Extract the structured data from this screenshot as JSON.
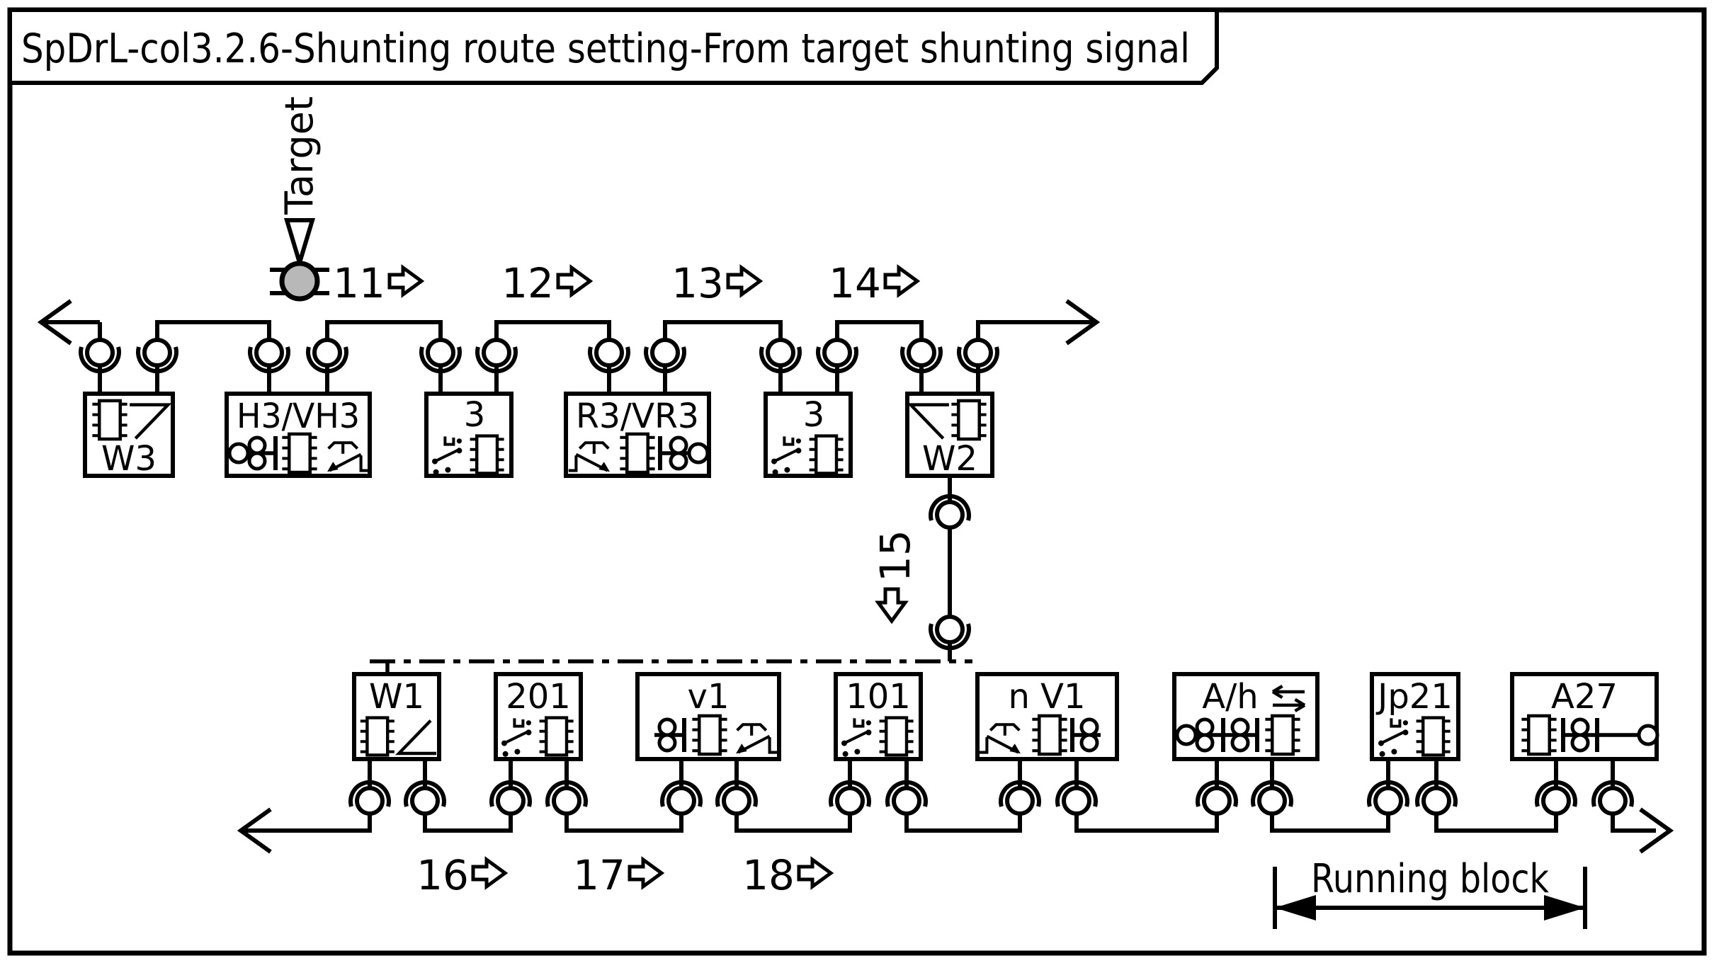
{
  "title": "SpDrL-col3.2.6-Shunting route setting-From target shunting signal",
  "target": {
    "label": "Target"
  },
  "top_row": {
    "route_arrows": [
      {
        "number": "11"
      },
      {
        "number": "12"
      },
      {
        "number": "13"
      },
      {
        "number": "14"
      }
    ],
    "boxes": [
      {
        "label": "W3"
      },
      {
        "label": "H3/VH3"
      },
      {
        "label": "3"
      },
      {
        "label": "R3/VR3"
      },
      {
        "label": "3"
      },
      {
        "label": "W2"
      }
    ]
  },
  "link": {
    "route_arrow_number": "15"
  },
  "bottom_row": {
    "route_arrows": [
      {
        "number": "16"
      },
      {
        "number": "17"
      },
      {
        "number": "18"
      }
    ],
    "boxes": [
      {
        "label": "W1"
      },
      {
        "label": "201"
      },
      {
        "label": "v1"
      },
      {
        "label": "101"
      },
      {
        "label": "n V1"
      },
      {
        "label": "A/h"
      },
      {
        "label": "Jp21"
      },
      {
        "label": "A27"
      }
    ]
  },
  "running_block": {
    "label": "Running block"
  },
  "colors": {
    "line": "#000000",
    "background": "#ffffff",
    "target_signal_fill": "#b8b8b8"
  },
  "icons": {
    "plug-connector-icon": "circle-in-cradle",
    "relay-coil-icon": "rectangle-with-pins",
    "contact-icon": "relay-contact-with-dots",
    "ramp-icon": "signal-ramp-with-arrow",
    "track-branch-icon": "diagonal-track-stub",
    "lamp-icon": "small-circle",
    "double-lamp-icon": "two-stacked-circles",
    "route-arrow-icon": "hollow-right-block-arrow",
    "down-route-arrow-icon": "hollow-down-block-arrow",
    "exchange-arrows-icon": "left-over-right-arrows",
    "target-pointer-icon": "hollow-down-triangle",
    "dimension-arrow-icon": "double-headed-dimension-arrow"
  }
}
